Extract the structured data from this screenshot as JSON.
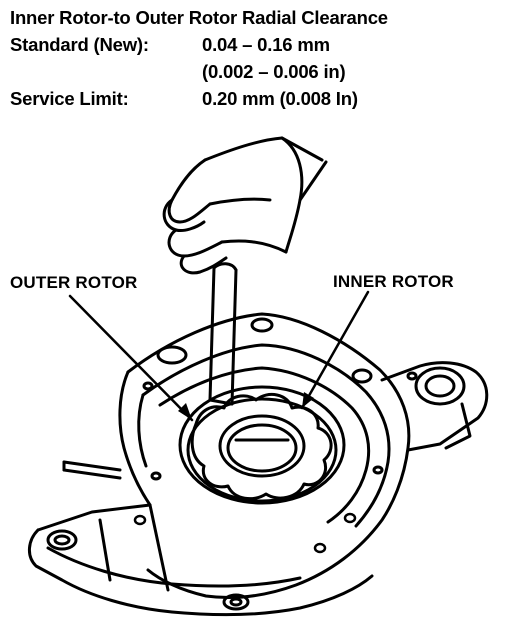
{
  "spec": {
    "title": "Inner Rotor-to Outer Rotor Radial Clearance",
    "standard_label": "Standard (New):",
    "standard_value": "0.04 – 0.16 mm",
    "standard_value_in": "(0.002 – 0.006 in)",
    "service_label": "Service Limit:",
    "service_value": "0.20 mm (0.008 In)"
  },
  "callouts": {
    "outer_rotor": "OUTER ROTOR",
    "inner_rotor": "INNER ROTOR"
  },
  "colors": {
    "ink": "#000000",
    "paper": "#ffffff"
  }
}
